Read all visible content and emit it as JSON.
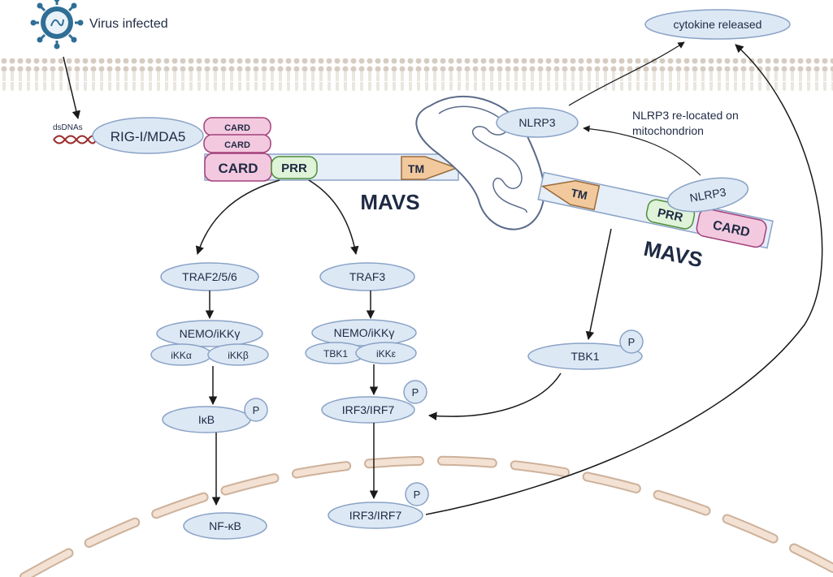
{
  "labels": {
    "virus": "Virus infected",
    "cytokine": "cytokine released",
    "dsdnas": "dsDNAs",
    "rig": "RIG-I/MDA5",
    "card_small_1": "CARD",
    "card_small_2": "CARD",
    "card_big": "CARD",
    "prr": "PRR",
    "tm": "TM",
    "mavs": "MAVS",
    "nlrp3_top": "NLRP3",
    "nlrp3_note_line1": "NLRP3 re-located on",
    "nlrp3_note_line2": "mitochondrion",
    "nlrp3_right": "NLRP3",
    "tm2": "TM",
    "prr2": "PRR",
    "card2": "CARD",
    "mavs2": "MAVS",
    "traf256": "TRAF2/5/6",
    "traf3": "TRAF3",
    "nemo1": "NEMO/iKKγ",
    "ikka": "iKKα",
    "ikkb": "iKKβ",
    "nemo2": "NEMO/iKKγ",
    "tbk1_small": "TBK1",
    "ikke": "iKKε",
    "tbk1_right": "TBK1",
    "p": "P",
    "ikb": "IκB",
    "irf_a": "IRF3/IRF7",
    "irf_b": "IRF3/IRF7",
    "nfkb": "NF-κB"
  },
  "colors": {
    "node_fill": "#dde8f5",
    "node_stroke": "#8aa3c6",
    "card_fill": "#f3c9df",
    "card_stroke": "#a1417b",
    "prr_fill": "#dff3d9",
    "prr_stroke": "#4f8f3a",
    "tm_fill": "#f1c99d",
    "tm_stroke": "#9a6a3a",
    "mavs_fill": "#e6eef8",
    "membrane": "#d8cfc5",
    "nuclear": "#e8cdb8",
    "virus": "#2f6e96"
  }
}
